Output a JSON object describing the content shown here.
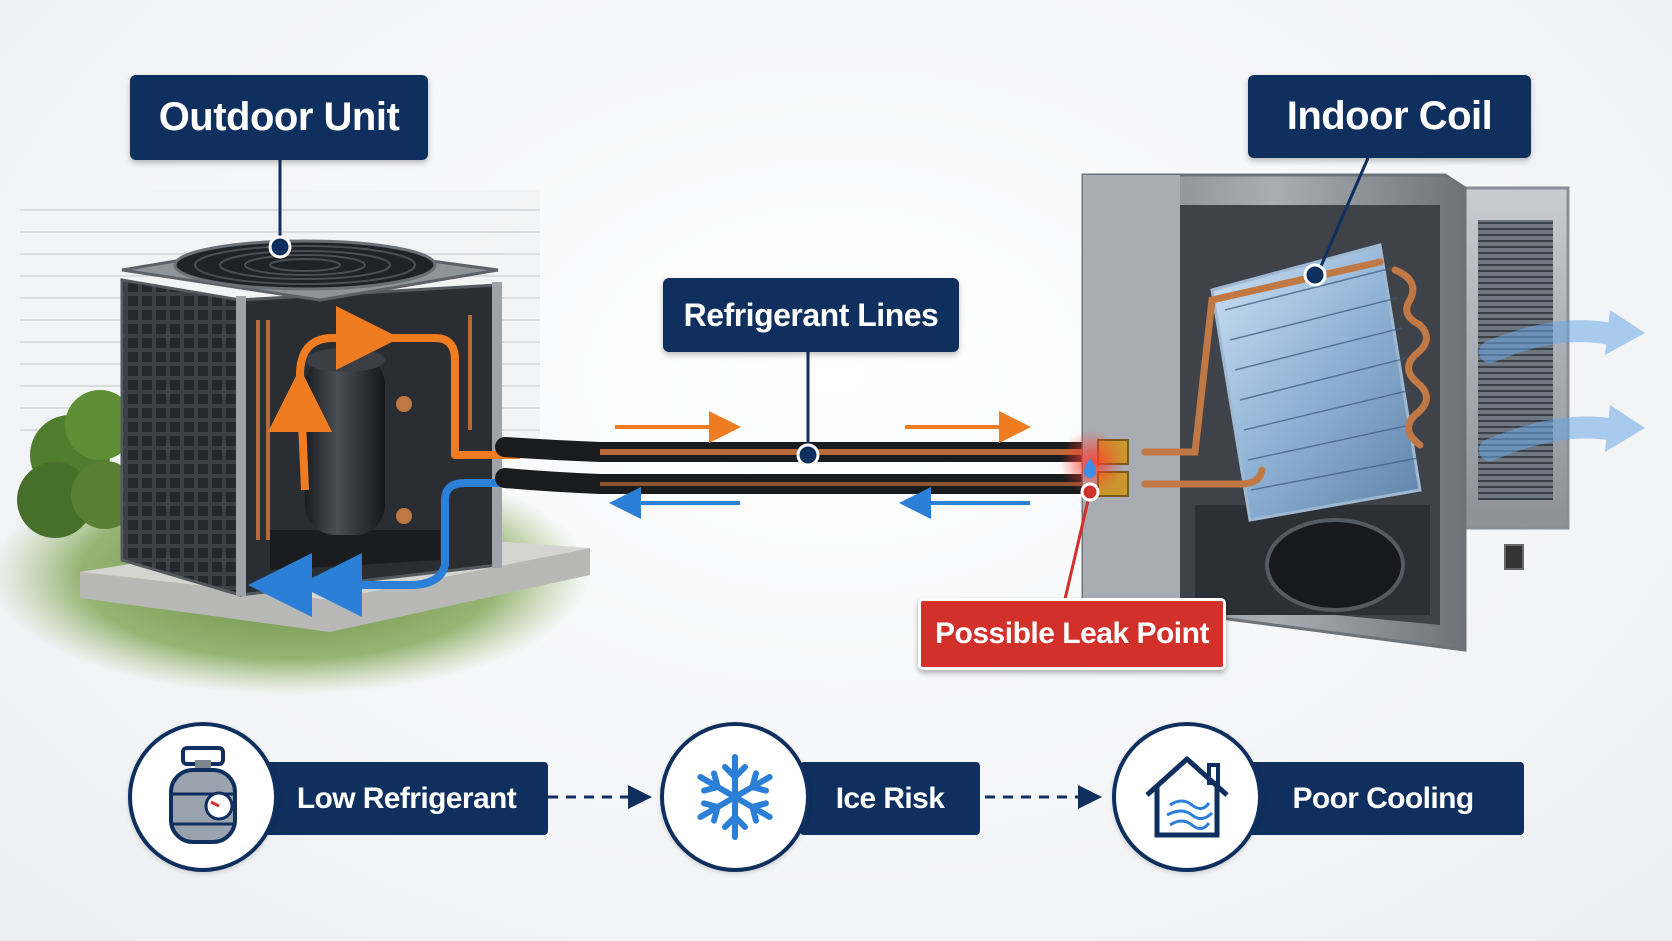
{
  "labels": {
    "outdoor_unit": "Outdoor Unit",
    "indoor_coil": "Indoor Coil",
    "refrigerant_lines": "Refrigerant Lines",
    "leak_point": "Possible Leak Point"
  },
  "flow": {
    "steps": [
      {
        "label": "Low Refrigerant",
        "icon": "refrigerant-tank-icon"
      },
      {
        "label": "Ice Risk",
        "icon": "snowflake-icon"
      },
      {
        "label": "Poor Cooling",
        "icon": "house-airflow-icon"
      }
    ]
  },
  "colors": {
    "navy": "#0f2f5e",
    "hot_line": "#f07c22",
    "cold_line": "#2c7fd6",
    "leak_red": "#d1302b"
  }
}
